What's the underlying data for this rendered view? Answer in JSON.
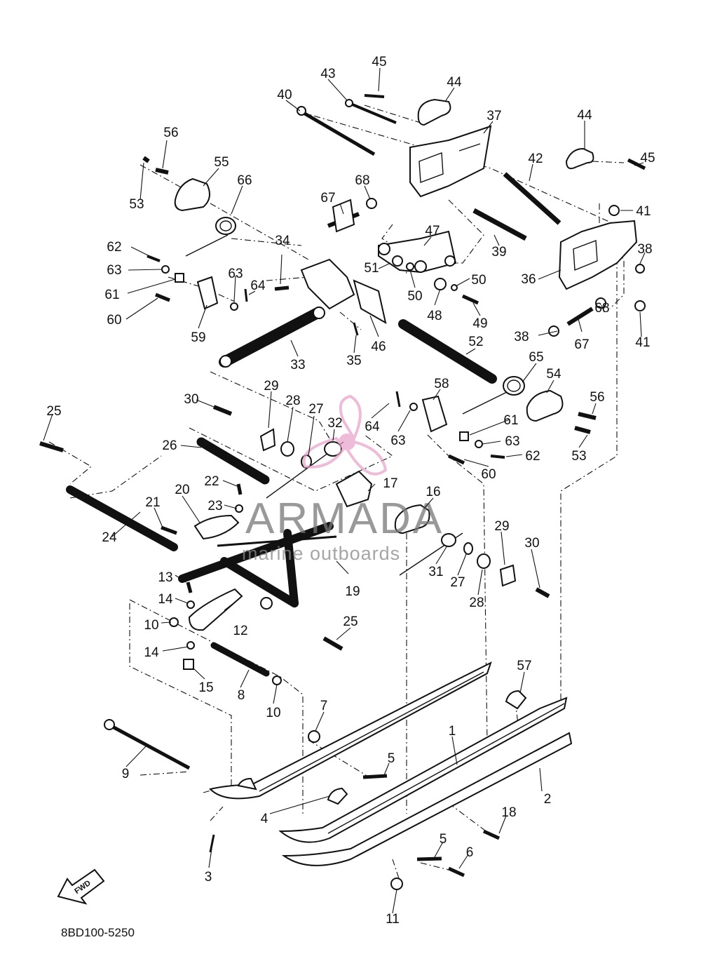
{
  "diagram": {
    "drawing_code": "8BD100-5250",
    "fwd_label": "FWD",
    "watermark": {
      "brand": "ARMADA",
      "sub": "marine outboards"
    },
    "callouts": [
      {
        "id": "1",
        "n": "1"
      },
      {
        "id": "2",
        "n": "2"
      },
      {
        "id": "3",
        "n": "3"
      },
      {
        "id": "4",
        "n": "4"
      },
      {
        "id": "5a",
        "n": "5"
      },
      {
        "id": "5b",
        "n": "5"
      },
      {
        "id": "6",
        "n": "6"
      },
      {
        "id": "7",
        "n": "7"
      },
      {
        "id": "8",
        "n": "8"
      },
      {
        "id": "9",
        "n": "9"
      },
      {
        "id": "10a",
        "n": "10"
      },
      {
        "id": "10b",
        "n": "10"
      },
      {
        "id": "11",
        "n": "11"
      },
      {
        "id": "12",
        "n": "12"
      },
      {
        "id": "13",
        "n": "13"
      },
      {
        "id": "14a",
        "n": "14"
      },
      {
        "id": "14b",
        "n": "14"
      },
      {
        "id": "15",
        "n": "15"
      },
      {
        "id": "16",
        "n": "16"
      },
      {
        "id": "17",
        "n": "17"
      },
      {
        "id": "18",
        "n": "18"
      },
      {
        "id": "19",
        "n": "19"
      },
      {
        "id": "20",
        "n": "20"
      },
      {
        "id": "21",
        "n": "21"
      },
      {
        "id": "22",
        "n": "22"
      },
      {
        "id": "23",
        "n": "23"
      },
      {
        "id": "24",
        "n": "24"
      },
      {
        "id": "25a",
        "n": "25"
      },
      {
        "id": "25b",
        "n": "25"
      },
      {
        "id": "26",
        "n": "26"
      },
      {
        "id": "27a",
        "n": "27"
      },
      {
        "id": "27b",
        "n": "27"
      },
      {
        "id": "28a",
        "n": "28"
      },
      {
        "id": "28b",
        "n": "28"
      },
      {
        "id": "29a",
        "n": "29"
      },
      {
        "id": "29b",
        "n": "29"
      },
      {
        "id": "30a",
        "n": "30"
      },
      {
        "id": "30b",
        "n": "30"
      },
      {
        "id": "31",
        "n": "31"
      },
      {
        "id": "32",
        "n": "32"
      },
      {
        "id": "33",
        "n": "33"
      },
      {
        "id": "34",
        "n": "34"
      },
      {
        "id": "35",
        "n": "35"
      },
      {
        "id": "36",
        "n": "36"
      },
      {
        "id": "37",
        "n": "37"
      },
      {
        "id": "38a",
        "n": "38"
      },
      {
        "id": "38b",
        "n": "38"
      },
      {
        "id": "39",
        "n": "39"
      },
      {
        "id": "40",
        "n": "40"
      },
      {
        "id": "41a",
        "n": "41"
      },
      {
        "id": "41b",
        "n": "41"
      },
      {
        "id": "42",
        "n": "42"
      },
      {
        "id": "43",
        "n": "43"
      },
      {
        "id": "44a",
        "n": "44"
      },
      {
        "id": "44b",
        "n": "44"
      },
      {
        "id": "45a",
        "n": "45"
      },
      {
        "id": "45b",
        "n": "45"
      },
      {
        "id": "46",
        "n": "46"
      },
      {
        "id": "47",
        "n": "47"
      },
      {
        "id": "48",
        "n": "48"
      },
      {
        "id": "49",
        "n": "49"
      },
      {
        "id": "50a",
        "n": "50"
      },
      {
        "id": "50b",
        "n": "50"
      },
      {
        "id": "51",
        "n": "51"
      },
      {
        "id": "52",
        "n": "52"
      },
      {
        "id": "53a",
        "n": "53"
      },
      {
        "id": "53b",
        "n": "53"
      },
      {
        "id": "54",
        "n": "54"
      },
      {
        "id": "55",
        "n": "55"
      },
      {
        "id": "56a",
        "n": "56"
      },
      {
        "id": "56b",
        "n": "56"
      },
      {
        "id": "57",
        "n": "57"
      },
      {
        "id": "58",
        "n": "58"
      },
      {
        "id": "59",
        "n": "59"
      },
      {
        "id": "60a",
        "n": "60"
      },
      {
        "id": "60b",
        "n": "60"
      },
      {
        "id": "61a",
        "n": "61"
      },
      {
        "id": "61b",
        "n": "61"
      },
      {
        "id": "62a",
        "n": "62"
      },
      {
        "id": "62b",
        "n": "62"
      },
      {
        "id": "63a",
        "n": "63"
      },
      {
        "id": "63b",
        "n": "63"
      },
      {
        "id": "63c",
        "n": "63"
      },
      {
        "id": "63d",
        "n": "63"
      },
      {
        "id": "64a",
        "n": "64"
      },
      {
        "id": "64b",
        "n": "64"
      },
      {
        "id": "65",
        "n": "65"
      },
      {
        "id": "66",
        "n": "66"
      },
      {
        "id": "67a",
        "n": "67"
      },
      {
        "id": "67b",
        "n": "67"
      },
      {
        "id": "68a",
        "n": "68"
      },
      {
        "id": "68b",
        "n": "68"
      }
    ]
  }
}
